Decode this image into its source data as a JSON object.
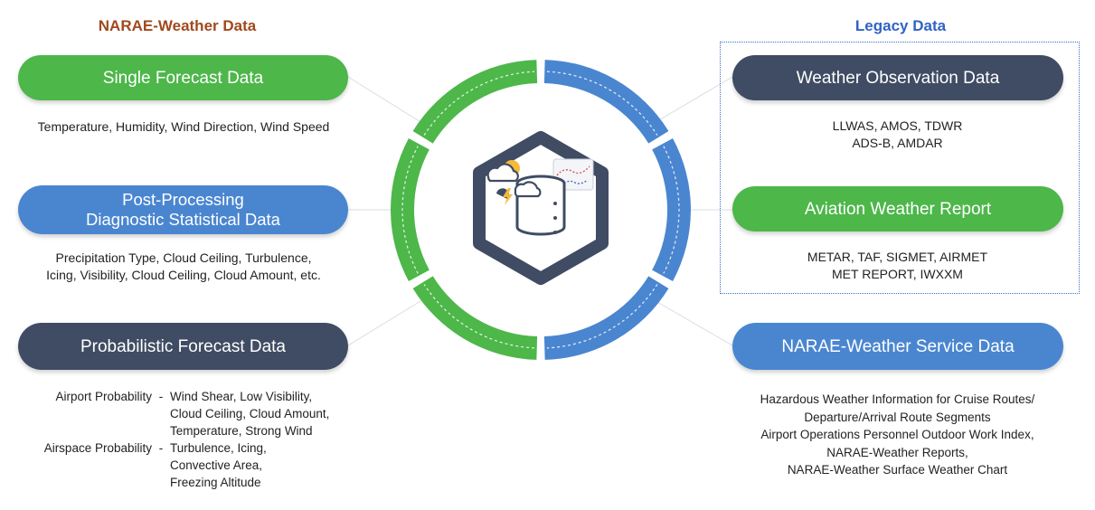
{
  "left_section": {
    "title": "NARAE-Weather Data",
    "title_color": "#a0491d"
  },
  "right_section": {
    "title": "Legacy Data",
    "title_color": "#2f63c4"
  },
  "colors": {
    "green": "#4db74a",
    "blue": "#4a86d0",
    "navy": "#3f4c63"
  },
  "left_items": [
    {
      "label": "Single Forecast Data",
      "color": "green",
      "desc": [
        "Temperature, Humidity, Wind Direction, Wind Speed"
      ]
    },
    {
      "label_lines": [
        "Post-Processing",
        "Diagnostic Statistical Data"
      ],
      "color": "blue",
      "desc": [
        "Precipitation Type, Cloud Ceiling, Turbulence,",
        "Icing, Visibility, Cloud Ceiling, Cloud Amount, etc."
      ]
    },
    {
      "label": "Probabilistic Forecast Data",
      "color": "navy",
      "groups": [
        {
          "label": "Airport Probability",
          "dash": "-",
          "items": [
            "Wind Shear, Low Visibility,",
            "Cloud Ceiling, Cloud Amount,",
            "Temperature, Strong Wind"
          ]
        },
        {
          "label": "Airspace Probability",
          "dash": "-",
          "items": [
            "Turbulence, Icing,",
            "Convective Area,",
            "Freezing Altitude"
          ]
        }
      ]
    }
  ],
  "right_items": [
    {
      "label": "Weather Observation Data",
      "color": "navy",
      "desc": [
        "LLWAS, AMOS, TDWR",
        "ADS-B, AMDAR"
      ]
    },
    {
      "label": "Aviation Weather Report",
      "color": "green",
      "desc": [
        "METAR, TAF, SIGMET, AIRMET",
        "MET REPORT, IWXXM"
      ]
    },
    {
      "label": "NARAE-Weather Service Data",
      "color": "blue",
      "desc": [
        "Hazardous Weather Information for Cruise Routes/",
        "Departure/Arrival Route Segments",
        "Airport Operations Personnel Outdoor Work Index,",
        "NARAE-Weather Reports,",
        "NARAE-Weather Surface Weather Chart"
      ]
    }
  ],
  "center_icon": "weather-database-icon"
}
